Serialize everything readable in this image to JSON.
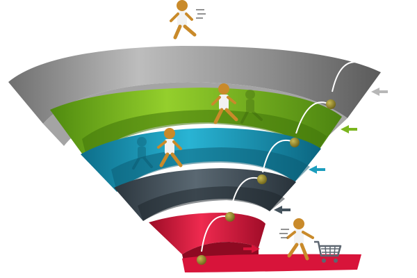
{
  "illustration": {
    "subject": "sales-funnel",
    "tiers": [
      {
        "name": "top",
        "color": "#8c8c8c"
      },
      {
        "name": "second",
        "color": "#7ab51d"
      },
      {
        "name": "third",
        "color": "#1b9dbd"
      },
      {
        "name": "fourth",
        "color": "#44525c"
      },
      {
        "name": "bottom",
        "color": "#d8143a"
      }
    ],
    "arrow_colors": {
      "top": "#b7b7b7",
      "second": "#7ab51d",
      "third": "#1b9dbd",
      "fourth": "#44525c",
      "bottom": "#d8143a"
    },
    "ball_color": "#8f8228",
    "figure_color": "#c98a2a",
    "cart_color": "#5d6670",
    "icons": [
      "runner-icon",
      "ball-icon",
      "arrow-icon",
      "shopping-cart-icon"
    ]
  }
}
